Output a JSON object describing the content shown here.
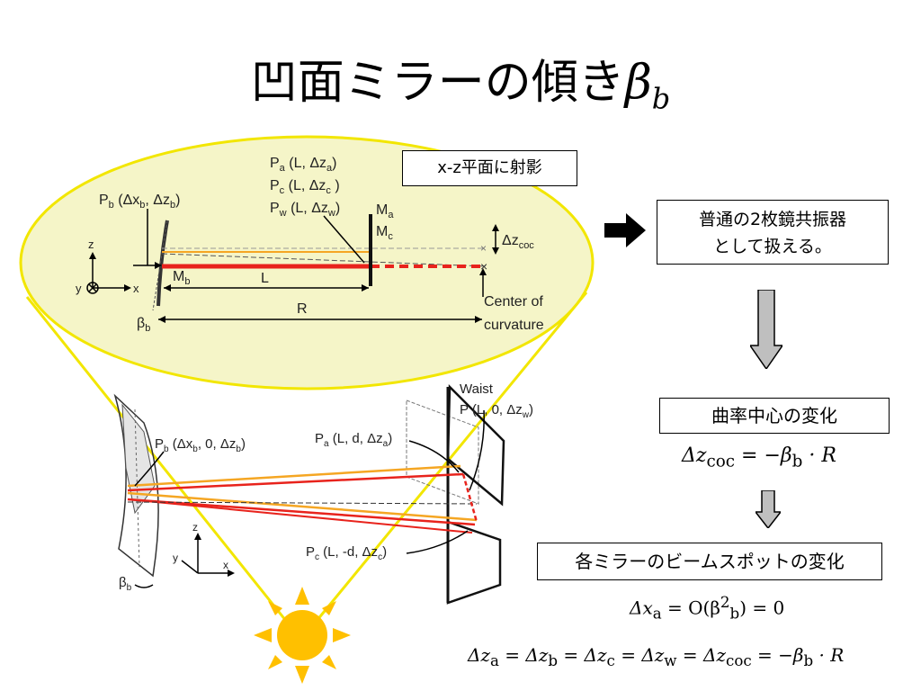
{
  "slide": {
    "title_text": "凹面ミラーの傾き",
    "title_symbol": "β",
    "title_symbol_sub": "b"
  },
  "projection_label": "x-z平面に射影",
  "resonator": {
    "line1": "普通の2枚鏡共振器",
    "line2": "として扱える。"
  },
  "coc_change_label": "曲率中心の変化",
  "spot_change_label": "各ミラーのビームスポットの変化",
  "formulas": {
    "f1": "Δz",
    "f1_sub": "coc",
    "f1_rest": " = −β",
    "f1_rest_sub": "b",
    "f1_tail": " · R",
    "f2": "Δx",
    "f2_sub": "a",
    "f2_mid": " = O(β",
    "f2_sup": "2",
    "f2_sub2": "b",
    "f2_tail": ") = 0",
    "f3": "Δz",
    "f3_sub1": "a",
    "f3_p2": " = Δz",
    "f3_sub2": "b",
    "f3_p3": " = Δz",
    "f3_sub3": "c",
    "f3_p4": " = Δz",
    "f3_sub4": "w",
    "f3_p5": " = Δz",
    "f3_sub5": "coc",
    "f3_p6": " = −β",
    "f3_sub6": "b",
    "f3_tail": " · R"
  },
  "top_view": {
    "pa": "P",
    "pa_sub": "a",
    "pa_rest": " (L, Δz",
    "pa_rest_sub": "a",
    "pa_end": ")",
    "pc": "P",
    "pc_sub": "c",
    "pc_rest": " (L, Δz",
    "pc_rest_sub": "c",
    "pc_end": " )",
    "pw": "P",
    "pw_sub": "w",
    "pw_rest": " (L, Δz",
    "pw_rest_sub": "w",
    "pw_end": ")",
    "pb": "P",
    "pb_sub": "b",
    "pb_rest": " (Δx",
    "pb_rest_sub": "b",
    "pb_mid": ", Δz",
    "pb_mid_sub": "b",
    "pb_end": ")",
    "ma": "M",
    "ma_sub": "a",
    "mc": "M",
    "mc_sub": "c",
    "mb": "M",
    "mb_sub": "b",
    "dz_coc": "Δz",
    "dz_coc_sub": "coc",
    "axis_z": "z",
    "axis_y": "y",
    "axis_x": "x",
    "L": "L",
    "R": "R",
    "coc1": "Center of",
    "coc2": "curvature",
    "beta": "β",
    "beta_sub": "b"
  },
  "perspective_view": {
    "waist": "Waist",
    "p_waist": "P  (L, 0, Δz",
    "p_waist_sub": "w",
    "p_waist_end": ")",
    "pb": "P",
    "pb_sub": "b",
    "pb_rest": " (Δx",
    "pb_rest_sub": "b",
    "pb_mid": ", 0, Δz",
    "pb_mid_sub": "b",
    "pb_end": ")",
    "pa": "P",
    "pa_sub": "a",
    "pa_rest": " (L, d, Δz",
    "pa_rest_sub": "a",
    "pa_end": ")",
    "pc": "P",
    "pc_sub": "c",
    "pc_rest": " (L, -d, Δz",
    "pc_rest_sub": "c",
    "pc_end": ")",
    "axis_z": "z",
    "axis_y": "y",
    "axis_x": "x",
    "beta": "β",
    "beta_sub": "b"
  },
  "colors": {
    "ellipse_fill": "#f5f5c8",
    "ellipse_stroke": "#f2e600",
    "red_beam": "#e8231c",
    "orange_beam": "#f5a623",
    "sun": "#ffc000"
  },
  "icons": {
    "right_arrow": "right-arrow-icon",
    "down_arrow": "down-arrow-icon",
    "sun": "sun-icon"
  }
}
